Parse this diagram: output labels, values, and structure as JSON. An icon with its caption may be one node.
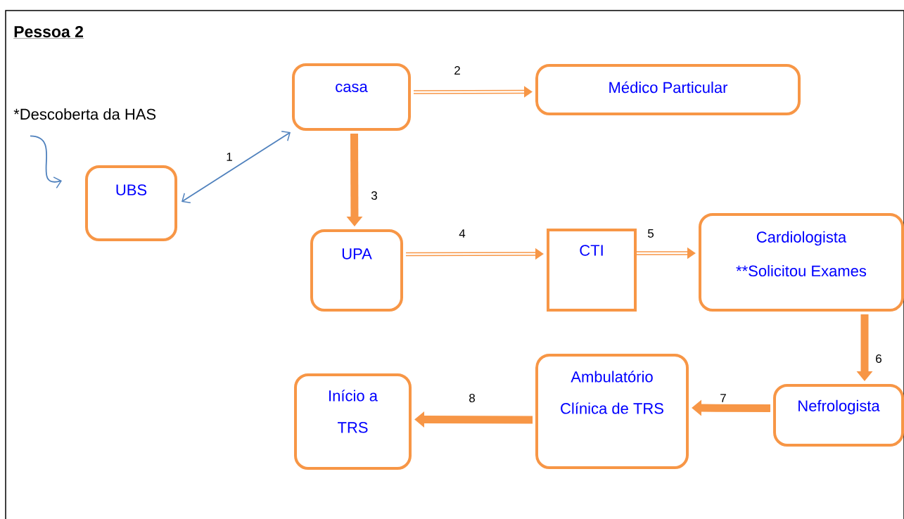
{
  "diagram": {
    "title": "Pessoa 2",
    "nodes": [
      {
        "text": [
          "*Descoberta da HAS"
        ]
      },
      {
        "text": [
          "UBS"
        ]
      },
      {
        "text": [
          "casa"
        ]
      },
      {
        "text": [
          "Médico Particular"
        ]
      },
      {
        "text": [
          "UPA"
        ]
      },
      {
        "text": [
          "CTI"
        ]
      },
      {
        "text": [
          "Cardiologista",
          "**Solicitou Exames"
        ]
      },
      {
        "text": [
          "Nefrologista"
        ]
      },
      {
        "text": [
          "Ambulatório Clínica de TRS"
        ]
      },
      {
        "text": [
          "Início a TRS"
        ]
      }
    ],
    "edges": [
      {
        "from": 0,
        "to": 1,
        "arrow": "to",
        "color": "#4f81bd"
      },
      {
        "from": 1,
        "to": 2,
        "arrow": "both",
        "label": "1",
        "color": "#4f81bd"
      },
      {
        "from": 2,
        "to": 3,
        "arrow": "to",
        "label": "2"
      },
      {
        "from": 2,
        "to": 4,
        "arrow": "to",
        "label": "3",
        "style": "thick"
      },
      {
        "from": 4,
        "to": 5,
        "arrow": "to",
        "label": "4"
      },
      {
        "from": 5,
        "to": 6,
        "arrow": "to",
        "label": "5"
      },
      {
        "from": 6,
        "to": 7,
        "arrow": "to",
        "label": "6",
        "style": "thick"
      },
      {
        "from": 7,
        "to": 8,
        "arrow": "to",
        "label": "7",
        "style": "thick"
      },
      {
        "from": 8,
        "to": 9,
        "arrow": "to",
        "label": "8",
        "style": "thick"
      }
    ]
  }
}
